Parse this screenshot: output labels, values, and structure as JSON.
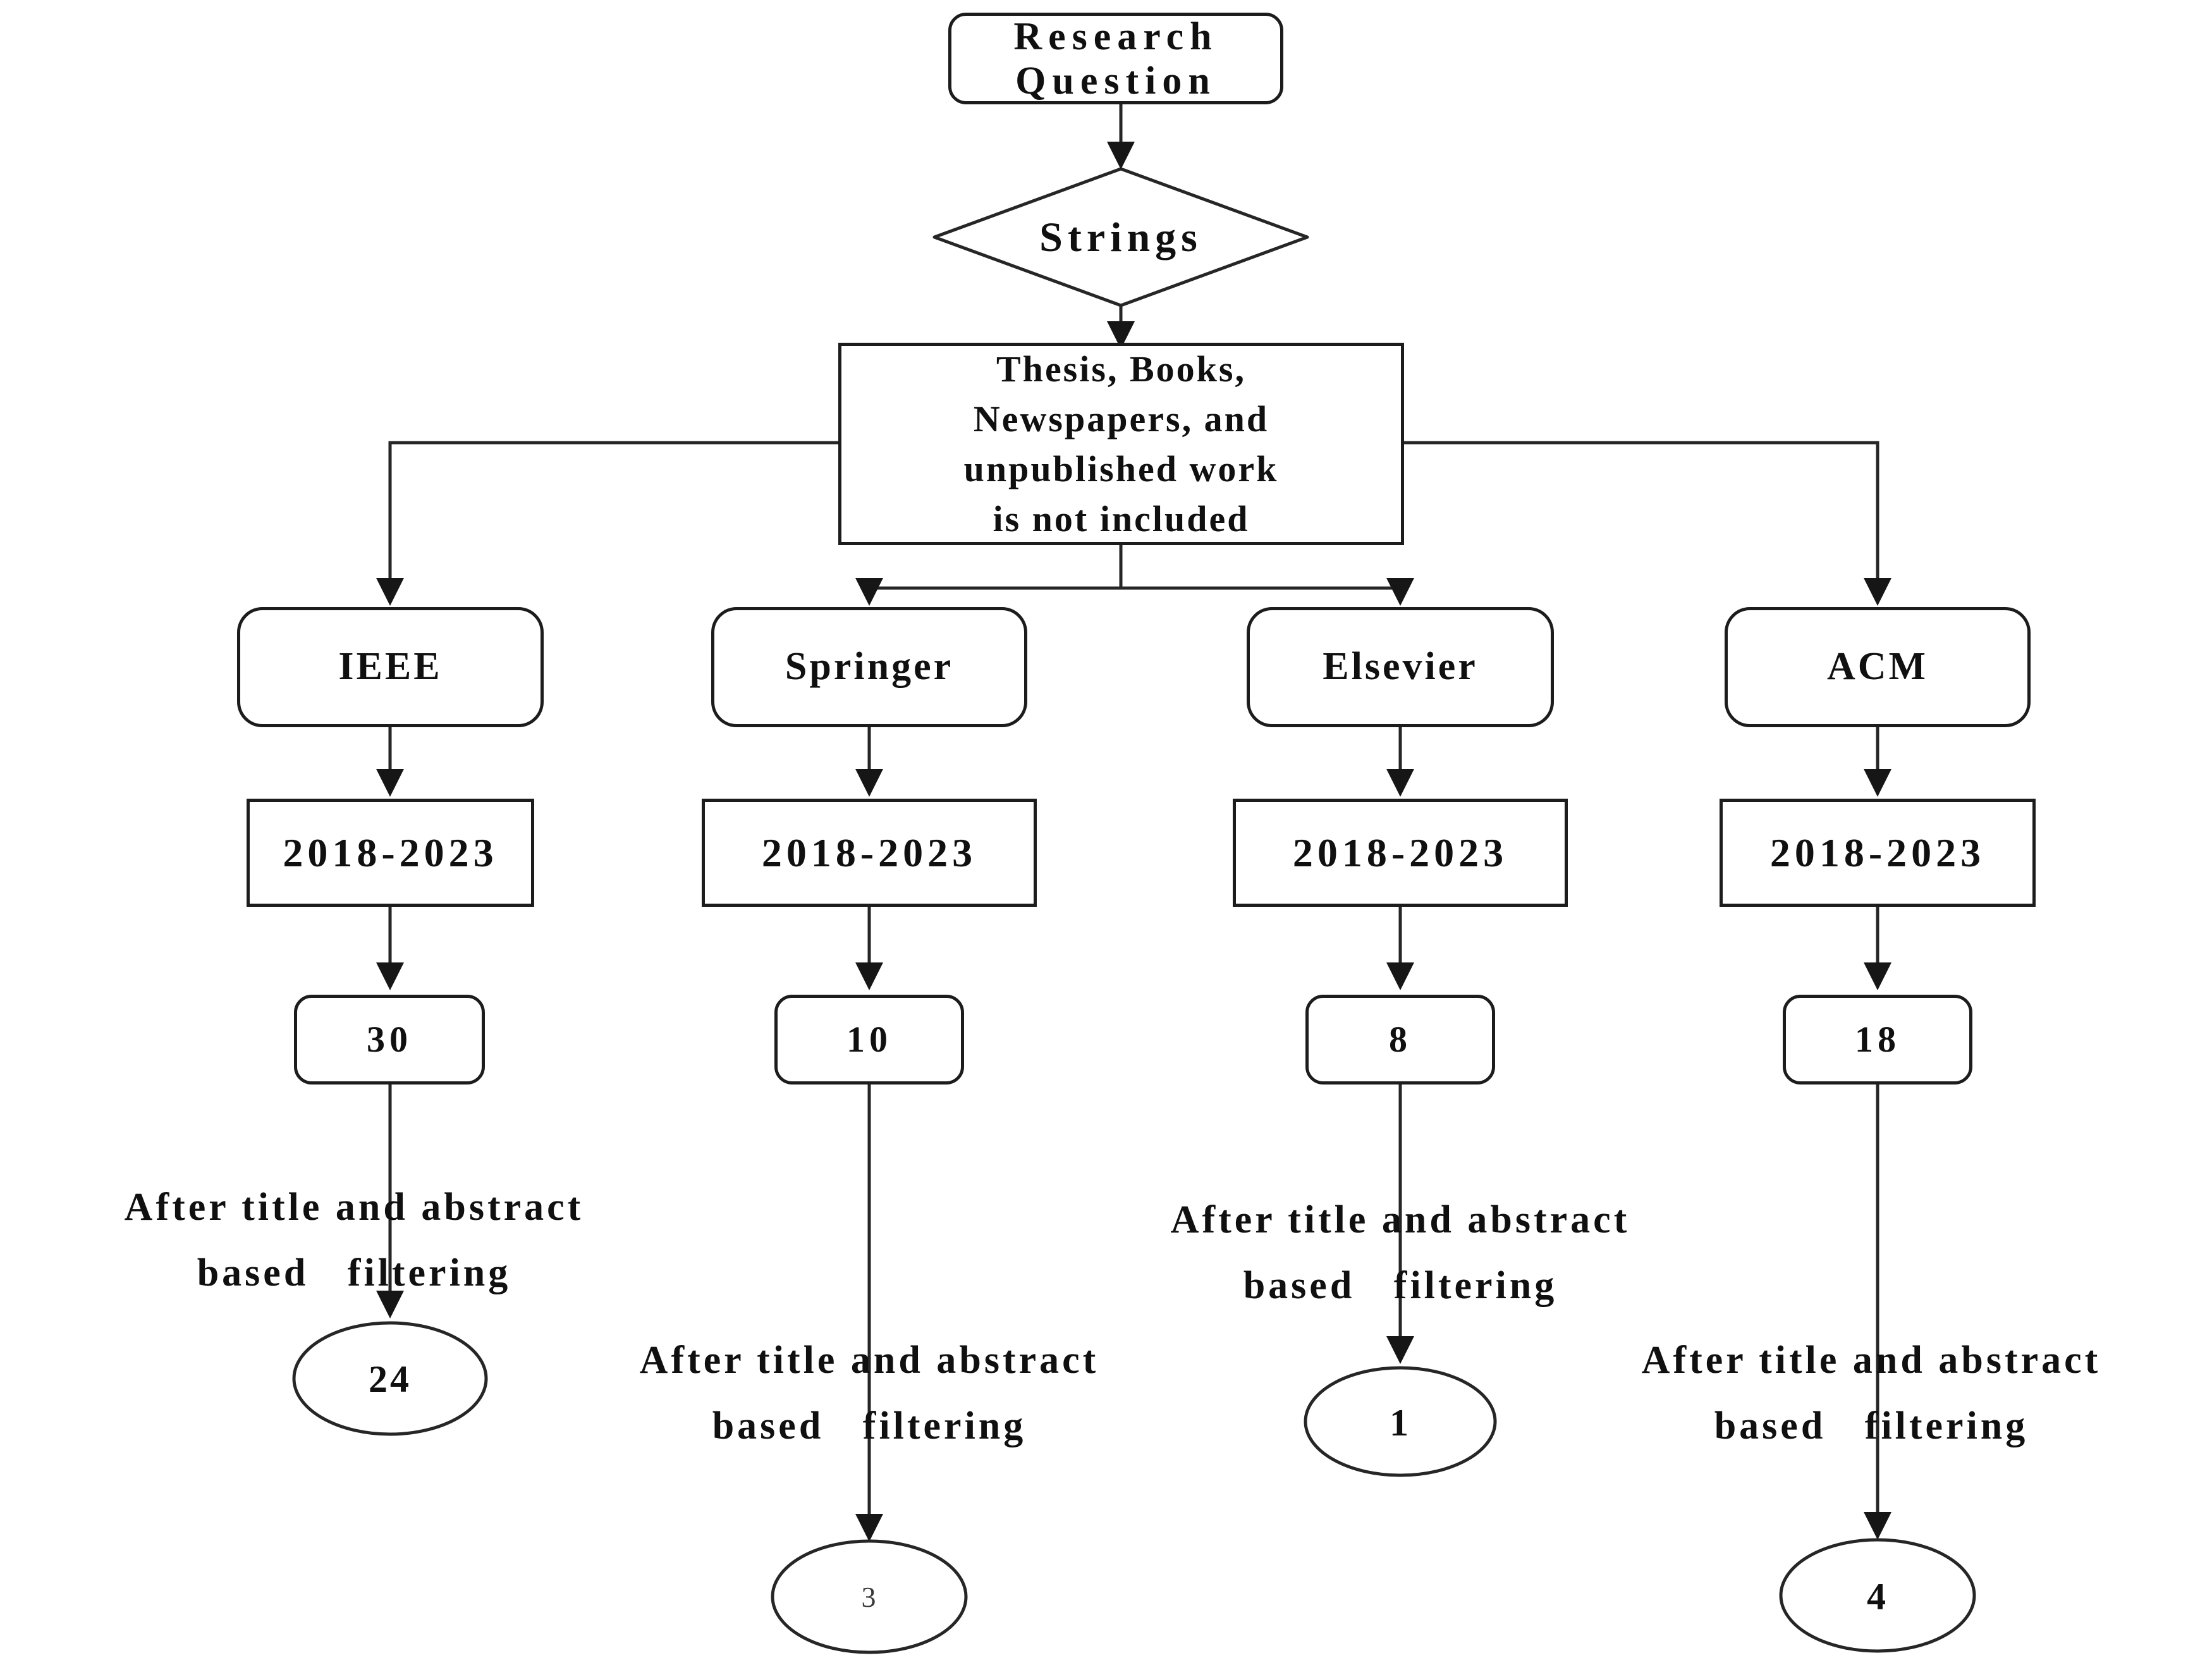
{
  "flowchart": {
    "research_question": "Research\nQuestion",
    "strings_label": "Strings",
    "exclusion_note": "Thesis, Books,\nNewspapers, and\nunpublished work\nis not included",
    "filter_note": "After title and abstract\nbased   filtering"
  },
  "columns": [
    {
      "source": "IEEE",
      "year_range": "2018-2023",
      "initial_count": "30",
      "after_filter_count": "24"
    },
    {
      "source": "Springer",
      "year_range": "2018-2023",
      "initial_count": "10",
      "after_filter_count": "3"
    },
    {
      "source": "Elsevier",
      "year_range": "2018-2023",
      "initial_count": "8",
      "after_filter_count": "1"
    },
    {
      "source": "ACM",
      "year_range": "2018-2023",
      "initial_count": "18",
      "after_filter_count": "4"
    }
  ],
  "colors": {
    "line": "#262626",
    "border": "#1c1c1c",
    "background": "#ffffff"
  }
}
